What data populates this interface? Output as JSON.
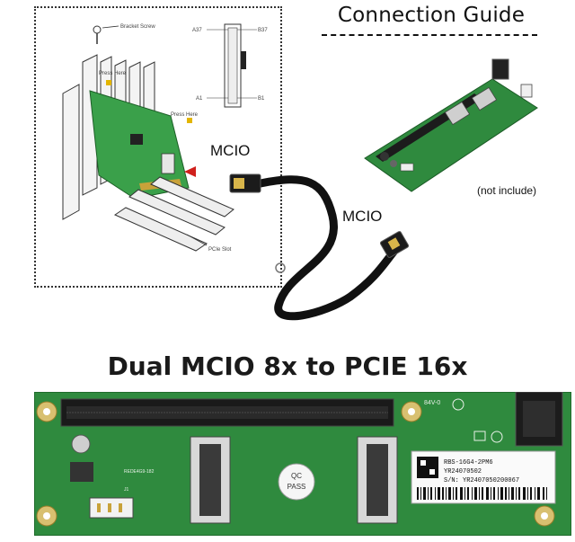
{
  "header": {
    "title": "Connection Guide"
  },
  "diagram": {
    "labels": {
      "bracket_screw": "Bracket Screw",
      "press_here_top": "Press Here",
      "press_here_bottom": "Press Here",
      "pcie_slot": "PCIe Slot",
      "pin_a37": "A37",
      "pin_b37": "B37",
      "pin_a1": "A1",
      "pin_b1": "B1"
    }
  },
  "cable": {
    "label_left": "MCIO",
    "label_right": "MCIO"
  },
  "riser": {
    "note": "(not include)"
  },
  "product": {
    "title": "Dual MCIO 8x to PCIE 16x",
    "board_id": "84V-0",
    "qc_top": "QC",
    "qc_bottom": "PASS",
    "sticker_model": "RBS-16G4-2PM6",
    "sticker_code": "YR24070502",
    "sticker_sn": "S/N: YR2407050200067",
    "silk_left": "REDE4G9-182",
    "silk_mark": "J1"
  },
  "colors": {
    "pcb_green": "#2f8a3e",
    "pcb_dark": "#1f6b2c",
    "gold": "#c8a23a",
    "cable_black": "#111111"
  }
}
